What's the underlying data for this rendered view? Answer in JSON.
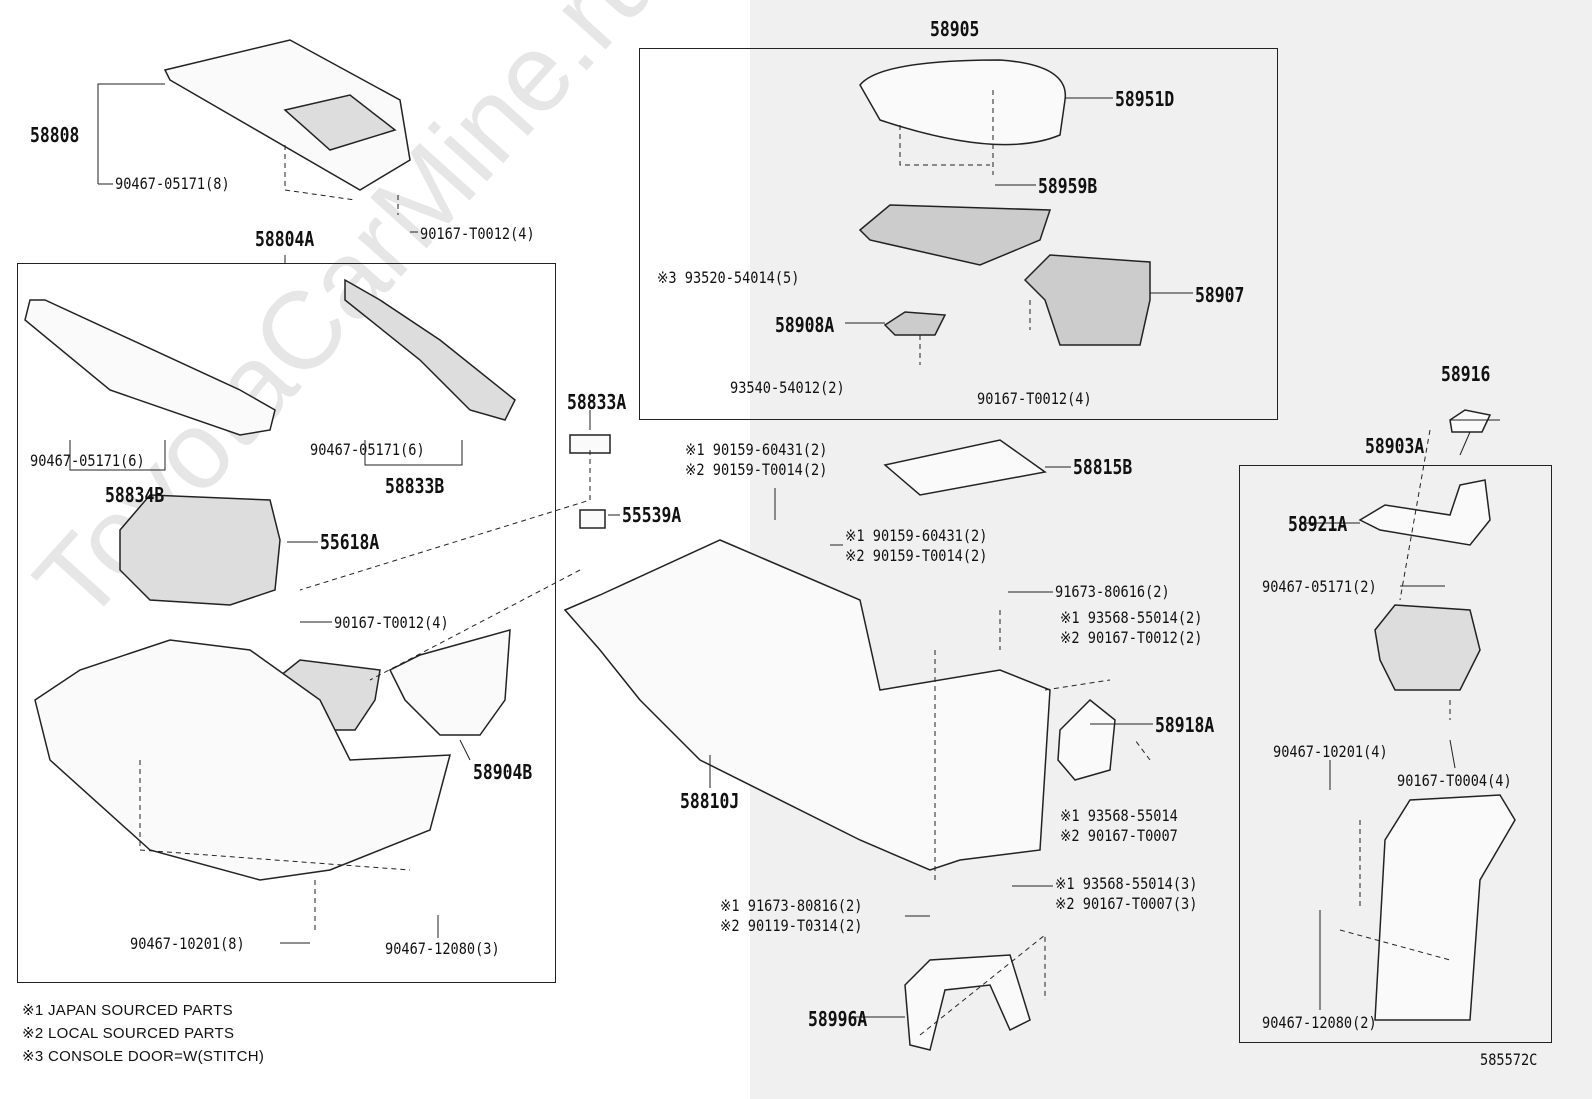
{
  "watermark": "ToyotaCarMine.ru",
  "diagram_code": "585572C",
  "labels": {
    "l58905": "58905",
    "l58951D": "58951D",
    "l58959B": "58959B",
    "l93520": "※3 93520-54014(5)",
    "l58907": "58907",
    "l58908A": "58908A",
    "l93540": "93540-54012(2)",
    "l90167a": "90167-T0012(4)",
    "l58916": "58916",
    "l58903A": "58903A",
    "l58921A": "58921A",
    "l90467c2": "90467-05171(2)",
    "l90467r4": "90467-10201(4)",
    "l90167t4": "90167-T0004(4)",
    "l90467e2": "90467-12080(2)",
    "l58808": "58808",
    "l90467c8": "90467-05171(8)",
    "l90167b": "90167-T0012(4)",
    "l58804A": "58804A",
    "l90467c6a": "90467-05171(6)",
    "l58834B": "58834B",
    "l90467c6b": "90467-05171(6)",
    "l58833B": "58833B",
    "l55618A": "55618A",
    "l90167c": "90167-T0012(4)",
    "l58904B": "58904B",
    "l90467r8": "90467-10201(8)",
    "l90467e3": "90467-12080(3)",
    "l58833A": "58833A",
    "l55539A": "55539A",
    "s1a": "※1 90159-60431(2)",
    "s2a": "※2 90159-T0014(2)",
    "s1b": "※1 90159-60431(2)",
    "s2b": "※2 90159-T0014(2)",
    "l58815B": "58815B",
    "l91673a": "91673-80616(2)",
    "s1c": "※1 93568-55014(2)",
    "s2c": "※2 90167-T0012(2)",
    "l58918A": "58918A",
    "l58810J": "58810J",
    "s1d": "※1 93568-55014",
    "s2d": "※2 90167-T0007",
    "s1e": "※1 93568-55014(3)",
    "s2e": "※2 90167-T0007(3)",
    "s1f": "※1 91673-80816(2)",
    "s2f": "※2 90119-T0314(2)",
    "l58996A": "58996A"
  },
  "notes": [
    "※1 JAPAN SOURCED PARTS",
    "※2 LOCAL SOURCED PARTS",
    "※3 CONSOLE DOOR=W(STITCH)"
  ]
}
